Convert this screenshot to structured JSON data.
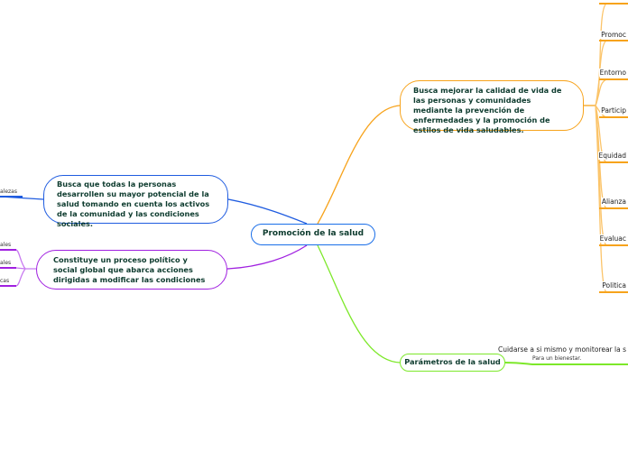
{
  "central": {
    "label": "Promoción de la salud",
    "color": "#1a6ee8"
  },
  "branches": {
    "orange": {
      "label": "Busca mejorar la calidad de vida de las personas y comunidades mediante la prevención de enfermedades y la promoción de estilos de vida saludables.",
      "color": "#f7a31c",
      "leaves": [
        "Promoc",
        "Entorno",
        "Particip",
        "Equidad",
        "Alianza",
        "Evaluac",
        "Politica"
      ]
    },
    "blue": {
      "label": "Busca que todas la personas desarrollen su mayor potencial de la salud tomando en cuenta los activos de la comunidad y las condiciones sociales.",
      "color": "#1f5ce0",
      "leaves": [
        "alezas"
      ]
    },
    "purple": {
      "label": "Constituye un proceso político y social global que abarca acciones dirigidas a modificar las condiciones",
      "color": "#a020e0",
      "leaves": [
        "ales",
        "ales",
        "cas"
      ]
    },
    "green": {
      "label": "Parámetros de la salud",
      "color": "#7de82a",
      "leaves": [
        "Cuidarse a si mismo y monitorear la s",
        "Para un bienestar."
      ]
    }
  }
}
